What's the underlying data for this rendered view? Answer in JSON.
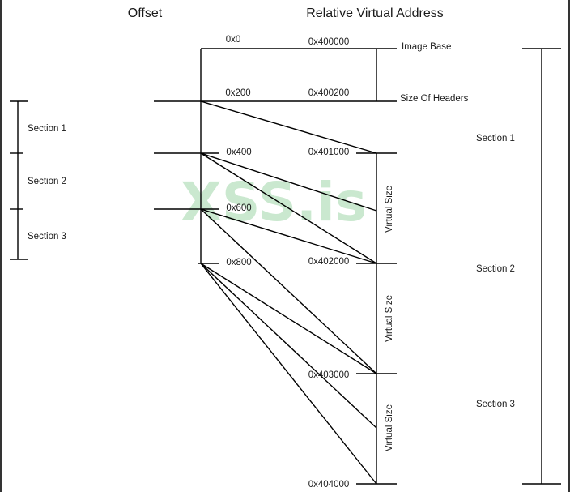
{
  "headers": {
    "offset": "Offset",
    "rva": "Relative Virtual Address"
  },
  "offsets": [
    "0x0",
    "0x200",
    "0x400",
    "0x600",
    "0x800"
  ],
  "rvas": [
    "0x400000",
    "0x400200",
    "0x401000",
    "0x402000",
    "0x403000",
    "0x404000"
  ],
  "labels": {
    "image_base": "Image Base",
    "size_of_headers": "Size Of Headers"
  },
  "file_sections": [
    "Section 1",
    "Section 2",
    "Section 3"
  ],
  "memory_sections": [
    "Section 1",
    "Section 2",
    "Section 3"
  ],
  "virtual_size_label": "Virtual Size",
  "watermark": "XSS.is"
}
